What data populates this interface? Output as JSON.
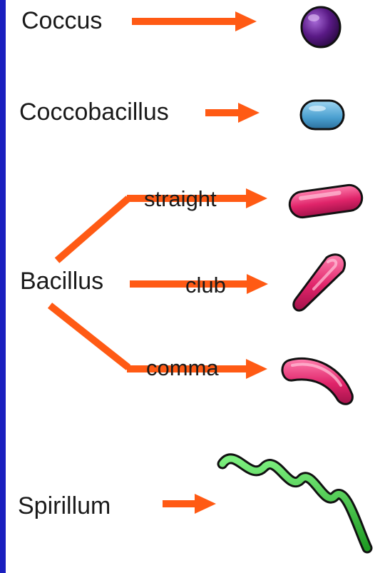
{
  "diagram": {
    "colors": {
      "arrow": "#ff5a14",
      "frame": "#1a1fbf",
      "coccus": "#5a1a86",
      "coccobacillus": "#4a9fd0",
      "bacillus": "#e0246a",
      "spirillum": "#29c62e"
    },
    "labels": {
      "coccus": "Coccus",
      "coccobacillus": "Coccobacillus",
      "bacillus": "Bacillus",
      "straight": "straight",
      "club": "club",
      "comma": "comma",
      "spirillum": "Spirillum"
    },
    "icons": {
      "coccus": "round-cell-icon",
      "coccobacillus": "oval-cell-icon",
      "straight": "straight-rod-icon",
      "club": "club-rod-icon",
      "comma": "comma-rod-icon",
      "spirillum": "spiral-cell-icon"
    }
  }
}
